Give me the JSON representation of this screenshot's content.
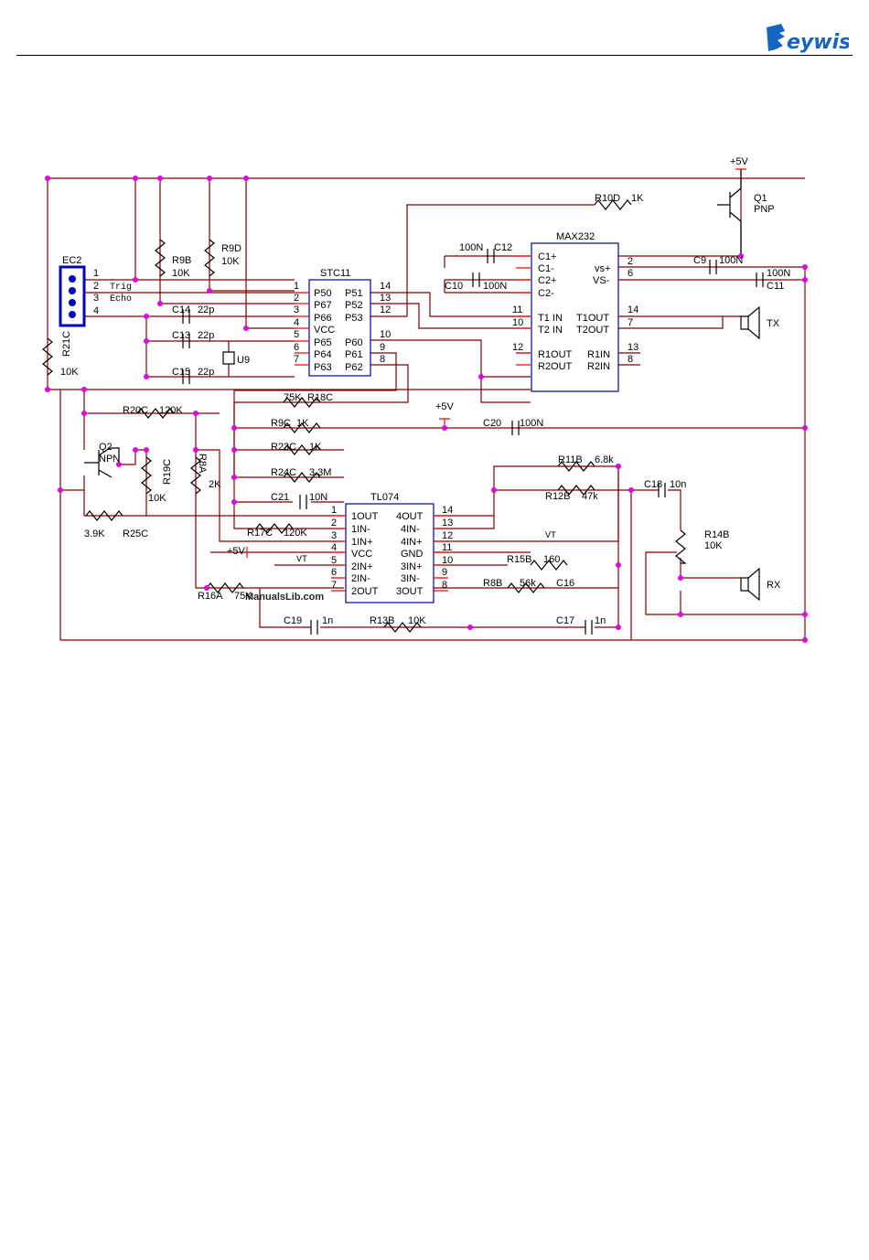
{
  "brand": "eywish",
  "watermark": "ManualsLib.com",
  "ics": {
    "stc": {
      "name": "STC11",
      "left": [
        "P50",
        "P67",
        "P66",
        "VCC",
        "P65",
        "P64",
        "P63"
      ],
      "right": [
        "P51",
        "P52",
        "P53",
        "P60",
        "P61",
        "P62"
      ],
      "lnums": [
        "1",
        "2",
        "3",
        "4",
        "5",
        "6",
        "7"
      ],
      "rnums": [
        "14",
        "13",
        "12",
        "10",
        "9",
        "8"
      ]
    },
    "max": {
      "name": "MAX232",
      "caps": [
        "C1+",
        "C1-",
        "C2+",
        "C2-"
      ],
      "vsp": "vs+",
      "vsn": "VS-",
      "t1in": "T1 IN",
      "t2in": "T2 IN",
      "t1out": "T1OUT",
      "t2out": "T2OUT",
      "r1out": "R1OUT",
      "r2out": "R2OUT",
      "r1in": "R1IN",
      "r2in": "R2IN",
      "n2": "2",
      "n6": "6",
      "n11": "11",
      "n10": "10",
      "n14": "14",
      "n7": "7",
      "n12": "12",
      "n13": "13",
      "n8": "8"
    },
    "tl": {
      "name": "TL074",
      "left": [
        "1OUT",
        "1IN-",
        "1IN+",
        "VCC",
        "2IN+",
        "2IN-",
        "2OUT"
      ],
      "right": [
        "4OUT",
        "4IN-",
        "4IN+",
        "GND",
        "3IN+",
        "3IN-",
        "3OUT"
      ],
      "lnums": [
        "1",
        "2",
        "3",
        "4",
        "5",
        "6",
        "7"
      ],
      "rnums": [
        "14",
        "13",
        "12",
        "11",
        "10",
        "9",
        "8"
      ]
    }
  },
  "connector": {
    "name": "EC2",
    "pins": [
      "1",
      "2",
      "3",
      "4"
    ],
    "trig": "Trig",
    "echo": "Echo"
  },
  "labels": {
    "r9b": "R9B",
    "r9b_v": "10K",
    "r9d": "R9D",
    "r9d_v": "10K",
    "r21c": "R21C",
    "r21c_v": "10K",
    "c14": "C14",
    "c14_v": "22p",
    "c13": "C13",
    "c13_v": "22p",
    "c15": "C15",
    "c15_v": "22p",
    "u9": "U9",
    "r10d": "R10D",
    "r10d_v": "1K",
    "q1": "Q1",
    "q1_t": "PNP",
    "p5v_top": "+5V",
    "c12_v": "100N",
    "c12": "C12",
    "c10": "C10",
    "c10_v": "100N",
    "c9": "C9",
    "c9_v": "100N",
    "c11_v": "100N",
    "c11": "C11",
    "tx": "TX",
    "rx": "RX",
    "r18c_v": "75K",
    "r18c": "R18C",
    "p5v_mid": "+5V",
    "r9c": "R9C",
    "r9c_v": "1K",
    "c20": "C20",
    "c20_v": "100N",
    "r20c": "R20C",
    "r20c_v": "120K",
    "q2": "Q2",
    "q2_t": "NPN",
    "r19c": "R19C",
    "r19c_v": "10K",
    "r8a": "R8A",
    "r8a_v": "2K",
    "r23c": "R23C",
    "r23c_v": "1K",
    "r24c": "R24C",
    "r24c_v": "3.3M",
    "c21": "C21",
    "c21_v": "10N",
    "r25c_v": "3.9K",
    "r25c": "R25C",
    "r17c": "R17C",
    "r17c_v": "120K",
    "p5v_low": "+5V",
    "vt1": "VT",
    "vt2": "VT",
    "r16a": "R16A",
    "r16a_v": "75K",
    "r11b": "R11B",
    "r11b_v": "6.8k",
    "r12b": "R12B",
    "r12b_v": "47k",
    "c18": "C18",
    "c18_v": "10n",
    "r14b": "R14B",
    "r14b_v": "10K",
    "r15b": "R15B",
    "r15b_v": "160",
    "r8b": "R8B",
    "r8b_v": "56k",
    "c16": "C16",
    "c19": "C19",
    "c19_v": "1n",
    "r13b": "R13B",
    "r13b_v": "10K",
    "c17": "C17",
    "c17_v": "1n"
  },
  "colors": {
    "wire": "#800000",
    "node": "#e000e0",
    "ic": "#0000a0",
    "brand": "#1565c0"
  }
}
